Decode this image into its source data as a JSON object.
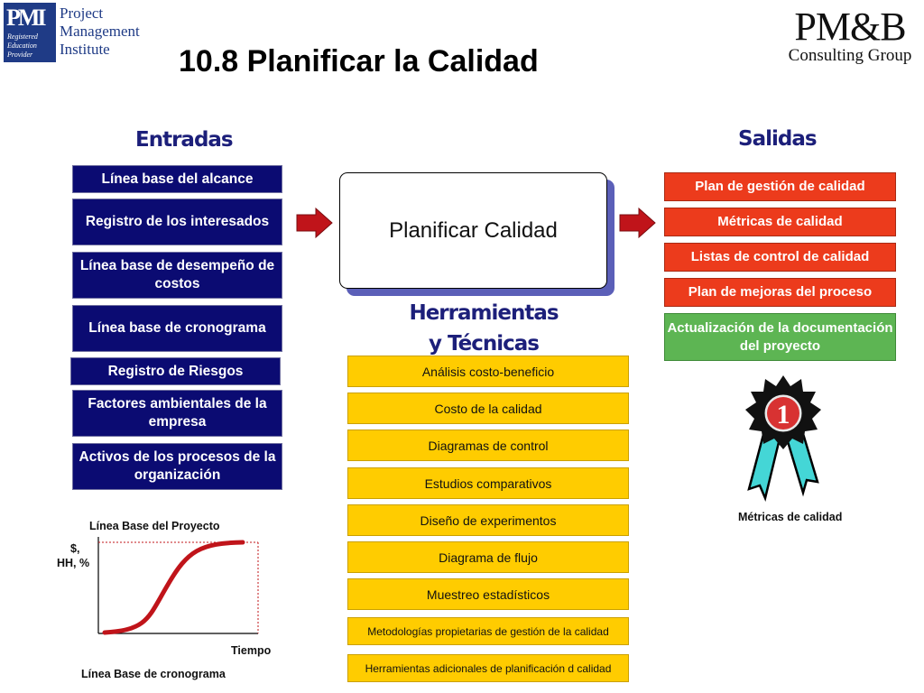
{
  "logos": {
    "pmi": {
      "mark_text": "PMI",
      "mark_sub": [
        "Registered",
        "Education",
        "Provider"
      ],
      "name_lines": [
        "Project",
        "Management",
        "Institute"
      ]
    },
    "pmb": {
      "main": "PM&B",
      "sub": "Consulting Group"
    }
  },
  "title": "10.8 Planificar la Calidad",
  "entradas": {
    "heading": "Entradas",
    "items": [
      "Línea base del alcance",
      "Registro de los interesados",
      "Línea base de desempeño de costos",
      "Línea base de cronograma",
      "Registro de Riesgos",
      "Factores ambientales de la empresa",
      "Activos de los procesos de la organización"
    ]
  },
  "process": {
    "label": "Planificar Calidad"
  },
  "herramientas": {
    "heading": "Herramientas y Técnicas",
    "items": [
      "Análisis costo-beneficio",
      "Costo de la calidad",
      "Diagramas de control",
      "Estudios comparativos",
      "Diseño de experimentos",
      "Diagrama de flujo",
      "Muestreo estadísticos",
      "Metodologías propietarias de gestión de la calidad",
      "Herramientas adicionales de planificación d calidad"
    ]
  },
  "salidas": {
    "heading": "Salidas",
    "items": [
      "Plan de gestión de calidad",
      "Métricas de calidad",
      "Listas de control de calidad",
      "Plan de mejoras del proceso",
      "Actualización de la documentación del proyecto"
    ]
  },
  "ribbon": {
    "number": "1",
    "caption": "Métricas de calidad"
  },
  "chart": {
    "title": "Línea Base del Proyecto",
    "ylabel_line1": "$,",
    "ylabel_line2": "HH, %",
    "xlabel": "Tiempo",
    "caption": "Línea Base de cronograma"
  },
  "colors": {
    "input_box": "#0b0b72",
    "output_red": "#ec3b1c",
    "output_green": "#5db553",
    "tool_box": "#ffcc00",
    "heading": "#1c1f7a",
    "arrow": "#c0141a",
    "curve": "#c0141a"
  }
}
